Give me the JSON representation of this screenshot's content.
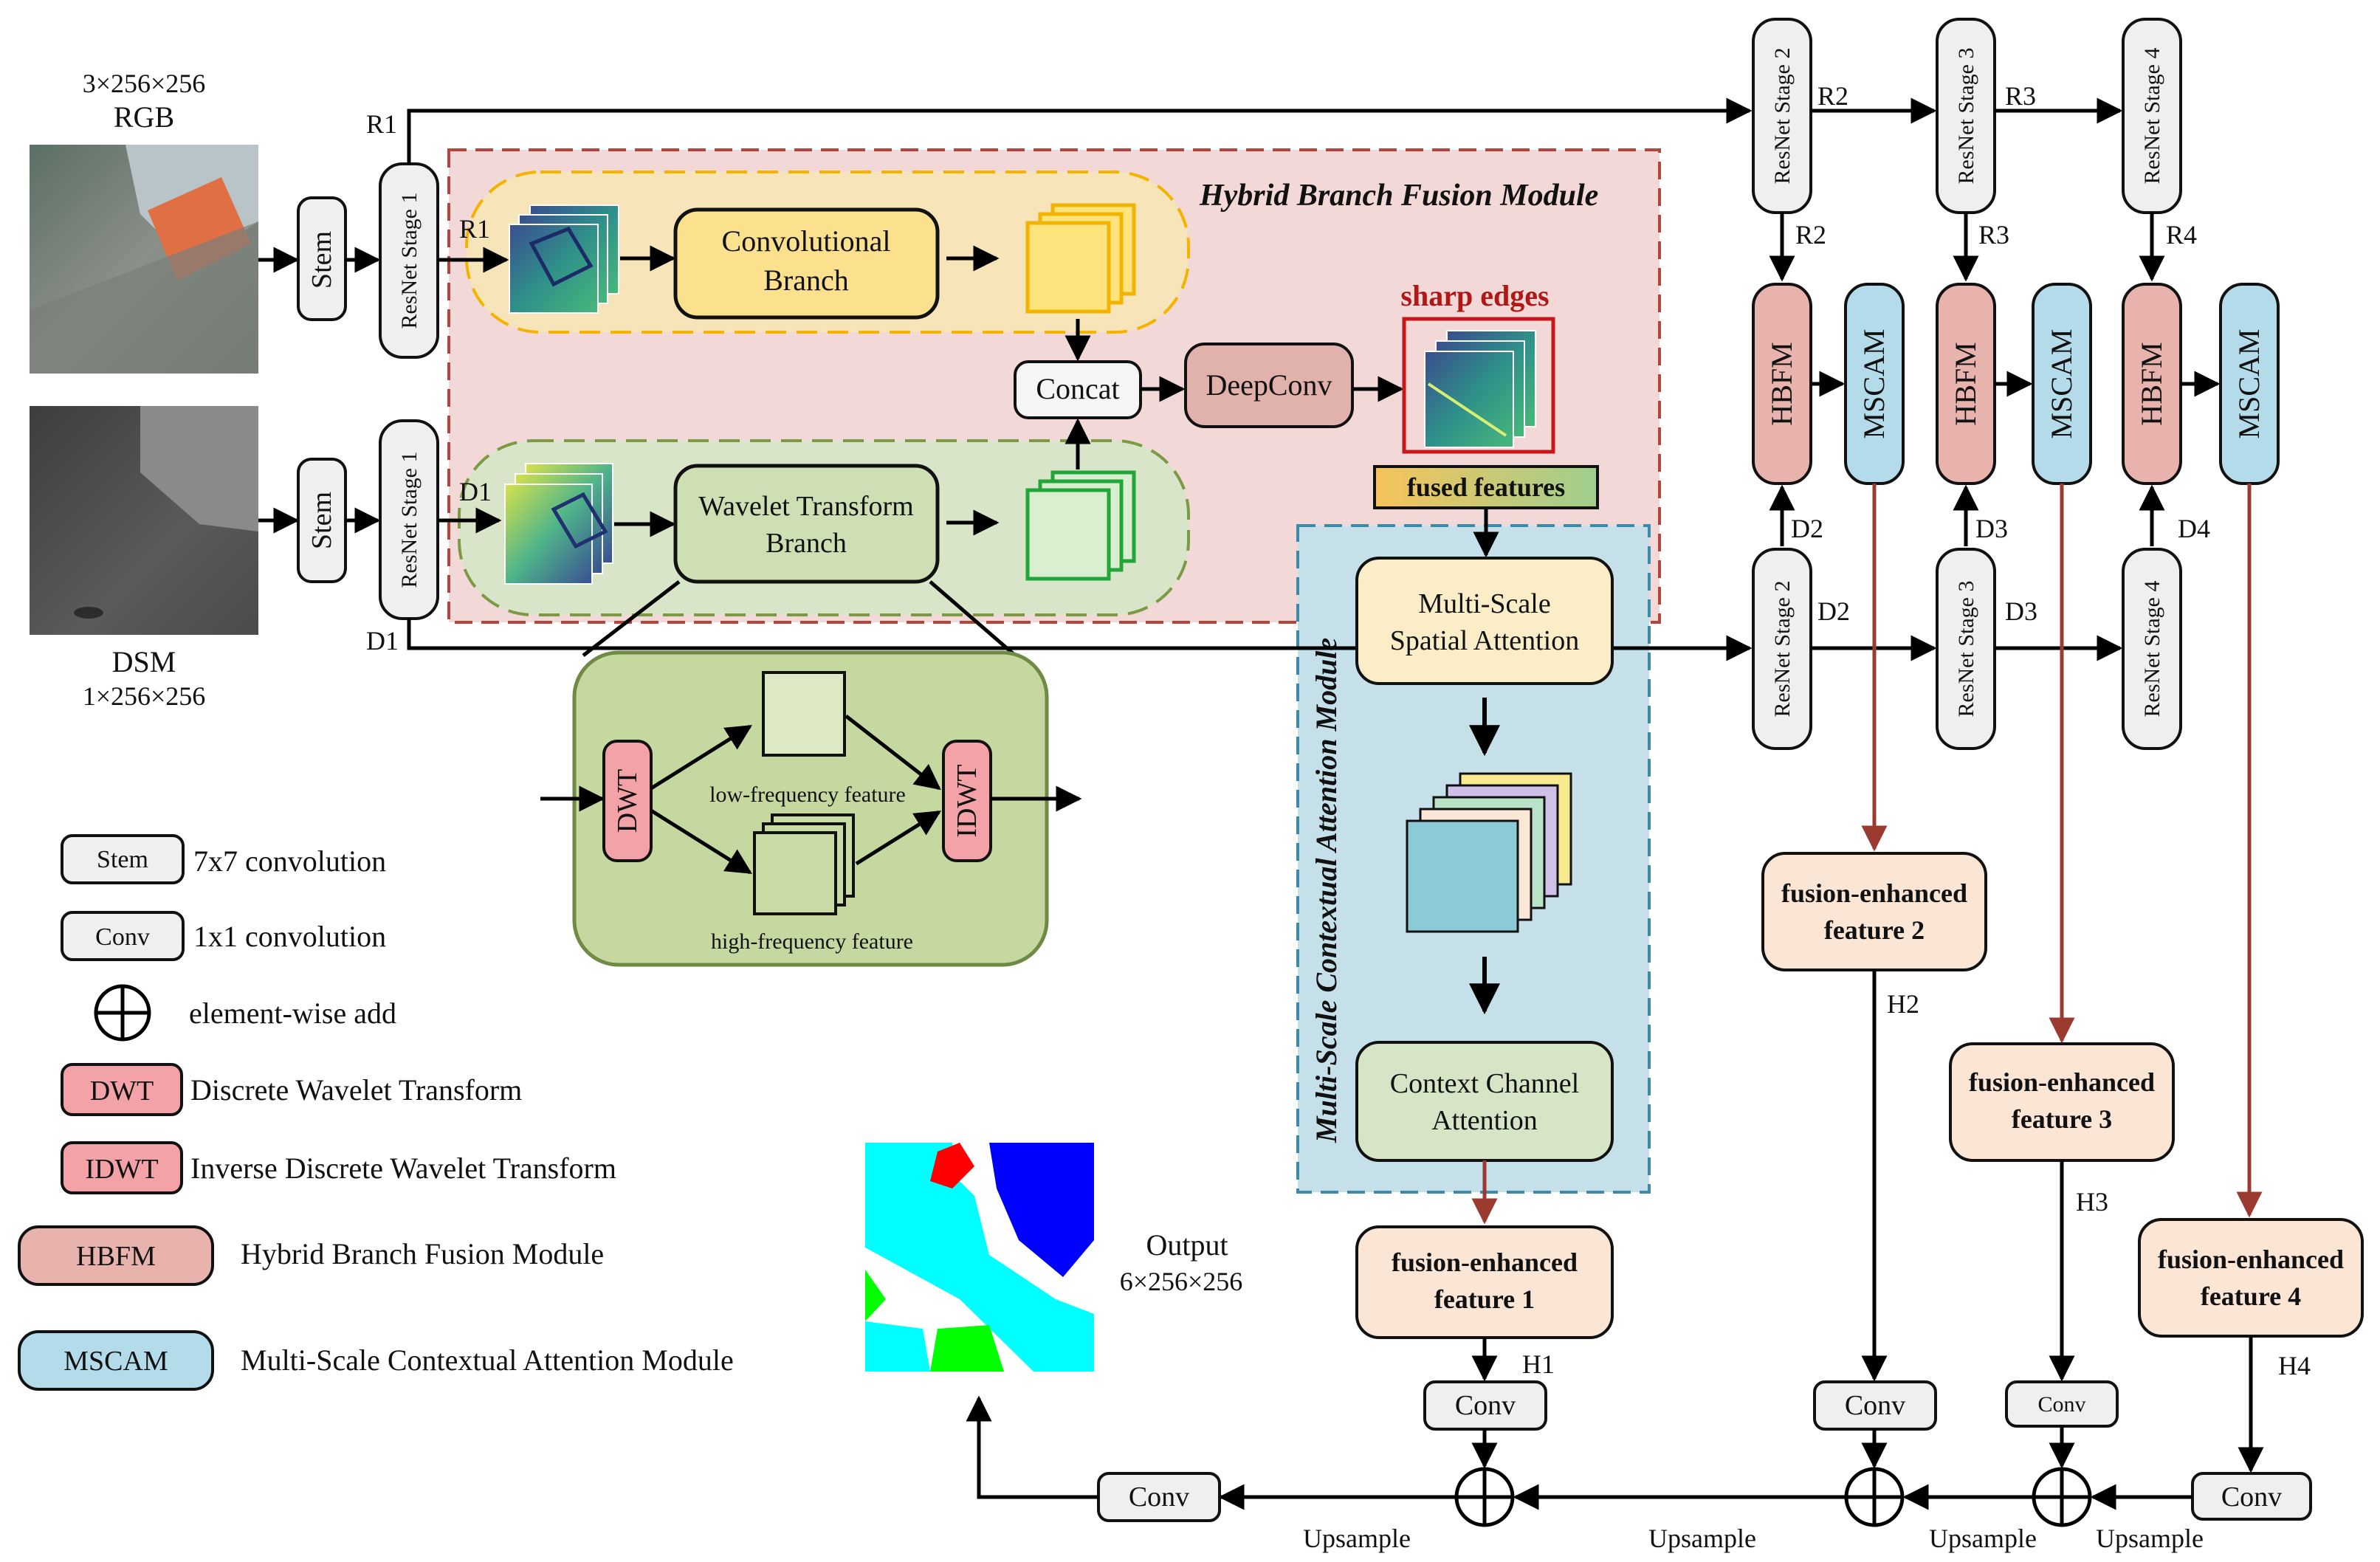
{
  "inputs": {
    "rgb_shape": "3×256×256",
    "rgb_label": "RGB",
    "dsm_label": "DSM",
    "dsm_shape": "1×256×256"
  },
  "blocks": {
    "stem": "Stem",
    "resnet_stage_1": "ResNet Stage 1",
    "resnet_stage_2": "ResNet Stage 2",
    "resnet_stage_3": "ResNet Stage 3",
    "resnet_stage_4": "ResNet Stage 4",
    "conv_branch_line1": "Convolutional",
    "conv_branch_line2": "Branch",
    "wavelet_branch_line1": "Wavelet Transform",
    "wavelet_branch_line2": "Branch",
    "concat": "Concat",
    "deepconv": "DeepConv",
    "sharp_edges": "sharp edges",
    "fused_features": "fused features",
    "hbfm": "HBFM",
    "mscam": "MSCAM",
    "msa_line1": "Multi-Scale",
    "msa_line2": "Spatial Attention",
    "cca_line1": "Context Channel",
    "cca_line2": "Attention",
    "dwt": "DWT",
    "idwt": "IDWT",
    "low_freq": "low-frequency feature",
    "high_freq": "high-frequency feature",
    "fe_line1": "fusion-enhanced",
    "fe1_line2": "feature 1",
    "fe2_line2": "feature 2",
    "fe3_line2": "feature 3",
    "fe4_line2": "feature 4",
    "conv": "Conv",
    "upsample": "Upsample",
    "output_label": "Output",
    "output_shape": "6×256×256"
  },
  "module_titles": {
    "hbfm_title": "Hybrid Branch Fusion Module",
    "mscam_title": "Multi-Scale Contextual Attention Module"
  },
  "flow_labels": {
    "r1": "R1",
    "r2": "R2",
    "r3": "R3",
    "r4": "R4",
    "d1": "D1",
    "d2": "D2",
    "d3": "D3",
    "d4": "D4",
    "h1": "H1",
    "h2": "H2",
    "h3": "H3",
    "h4": "H4"
  },
  "legend": {
    "stem_box": "Stem",
    "stem_desc": "7x7 convolution",
    "conv_box": "Conv",
    "conv_desc": "1x1 convolution",
    "add_desc": "element-wise add",
    "dwt_box": "DWT",
    "dwt_desc": "Discrete Wavelet Transform",
    "idwt_box": "IDWT",
    "idwt_desc": "Inverse Discrete Wavelet Transform",
    "hbfm_box": "HBFM",
    "hbfm_desc": "Hybrid Branch Fusion Module",
    "mscam_box": "MSCAM",
    "mscam_desc": "Multi-Scale Contextual Attention Module"
  },
  "colors": {
    "hbfm_region": "#f2d8d6",
    "mscam_region": "#c6e0ea",
    "conv_branch_fill": "#fbe08e",
    "wavelet_branch_fill": "#cfdfb4",
    "hbfm_fill": "#e8b3ad",
    "mscam_fill": "#b4dbe9",
    "fe_fill": "#fbe6d6",
    "dwt_fill": "#f3a3a8",
    "deepconv_fill": "#e1b1ac",
    "arrow_brown": "#9b3b30"
  }
}
